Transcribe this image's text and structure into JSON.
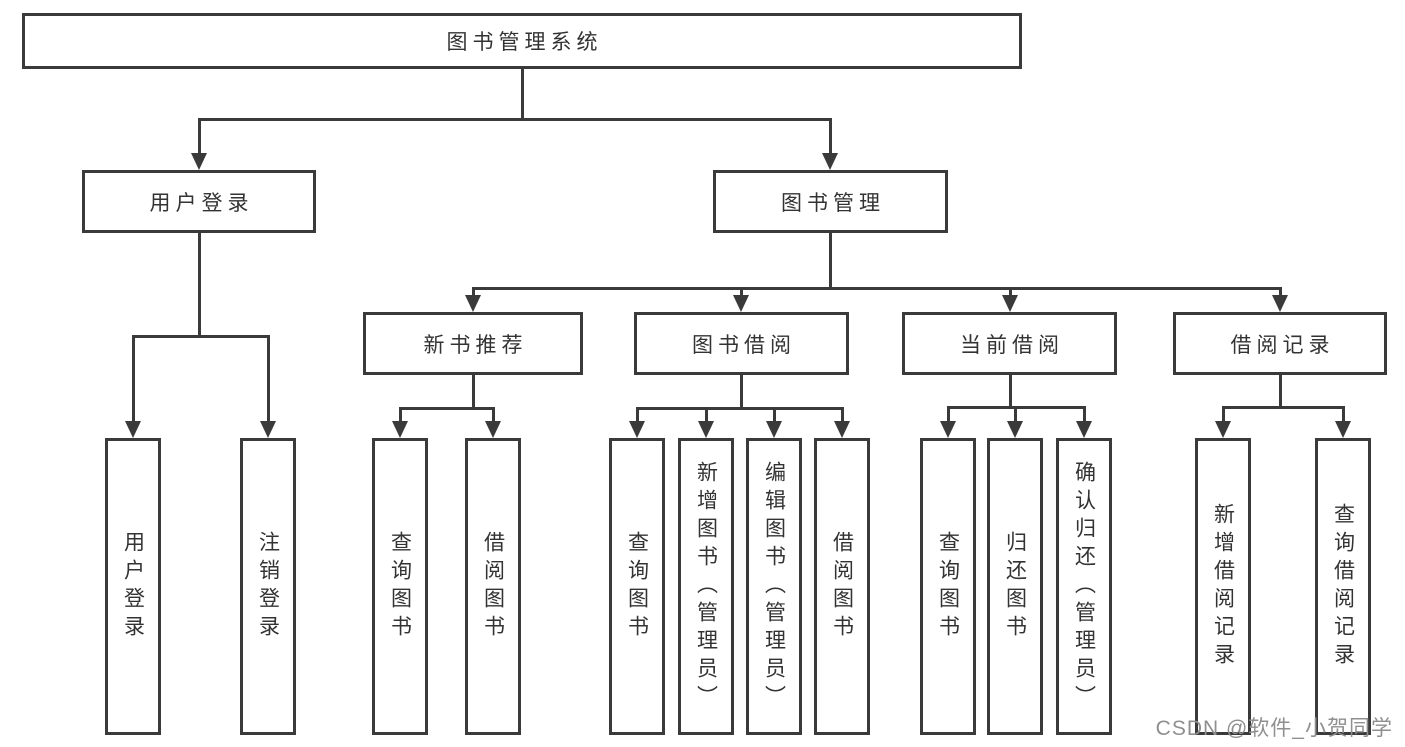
{
  "tree": {
    "label": "图书管理系统",
    "children": [
      {
        "label": "用户登录",
        "children": [
          {
            "label": "用户登录"
          },
          {
            "label": "注销登录"
          }
        ]
      },
      {
        "label": "图书管理",
        "children": [
          {
            "label": "新书推荐",
            "children": [
              {
                "label": "查询图书"
              },
              {
                "label": "借阅图书"
              }
            ]
          },
          {
            "label": "图书借阅",
            "children": [
              {
                "label": "查询图书"
              },
              {
                "label": "新增图书（管理员）"
              },
              {
                "label": "编辑图书（管理员）"
              },
              {
                "label": "借阅图书"
              }
            ]
          },
          {
            "label": "当前借阅",
            "children": [
              {
                "label": "查询图书"
              },
              {
                "label": "归还图书"
              },
              {
                "label": "确认归还（管理员）"
              }
            ]
          },
          {
            "label": "借阅记录",
            "children": [
              {
                "label": "新增借阅记录"
              },
              {
                "label": "查询借阅记录"
              }
            ]
          }
        ]
      }
    ]
  },
  "watermark": {
    "text": "CSDN @软件_小贺同学"
  },
  "colors": {
    "line": "#3a3a3a",
    "text": "#333333",
    "watermark": "#8f8f8f",
    "background": "#ffffff"
  }
}
